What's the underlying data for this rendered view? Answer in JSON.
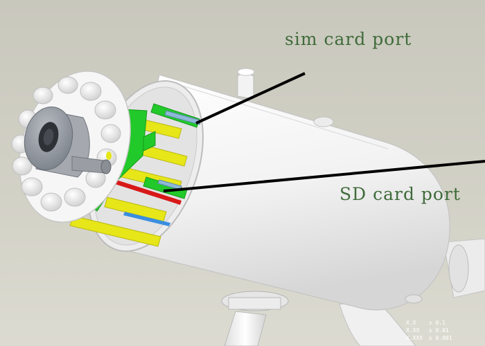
{
  "annotations": {
    "sim_card_port": "sim card port",
    "sd_card_port": "SD card port"
  },
  "tolerance_table": [
    {
      "symbol": "X.X",
      "value": "± 0.1"
    },
    {
      "symbol": "X.XX",
      "value": "± 0.01"
    },
    {
      "symbol": "X.XXX",
      "value": "± 0.001"
    }
  ],
  "colors": {
    "background": "#d2d1c6",
    "housing": "#f4f4f4",
    "callout_text": "#3f6b3a",
    "pcb_board": "#22c92a",
    "heat_pipes": "#e6e619",
    "red_wire": "#d81818",
    "blue_wire": "#3a8ee0",
    "lens": "#8a9099"
  }
}
